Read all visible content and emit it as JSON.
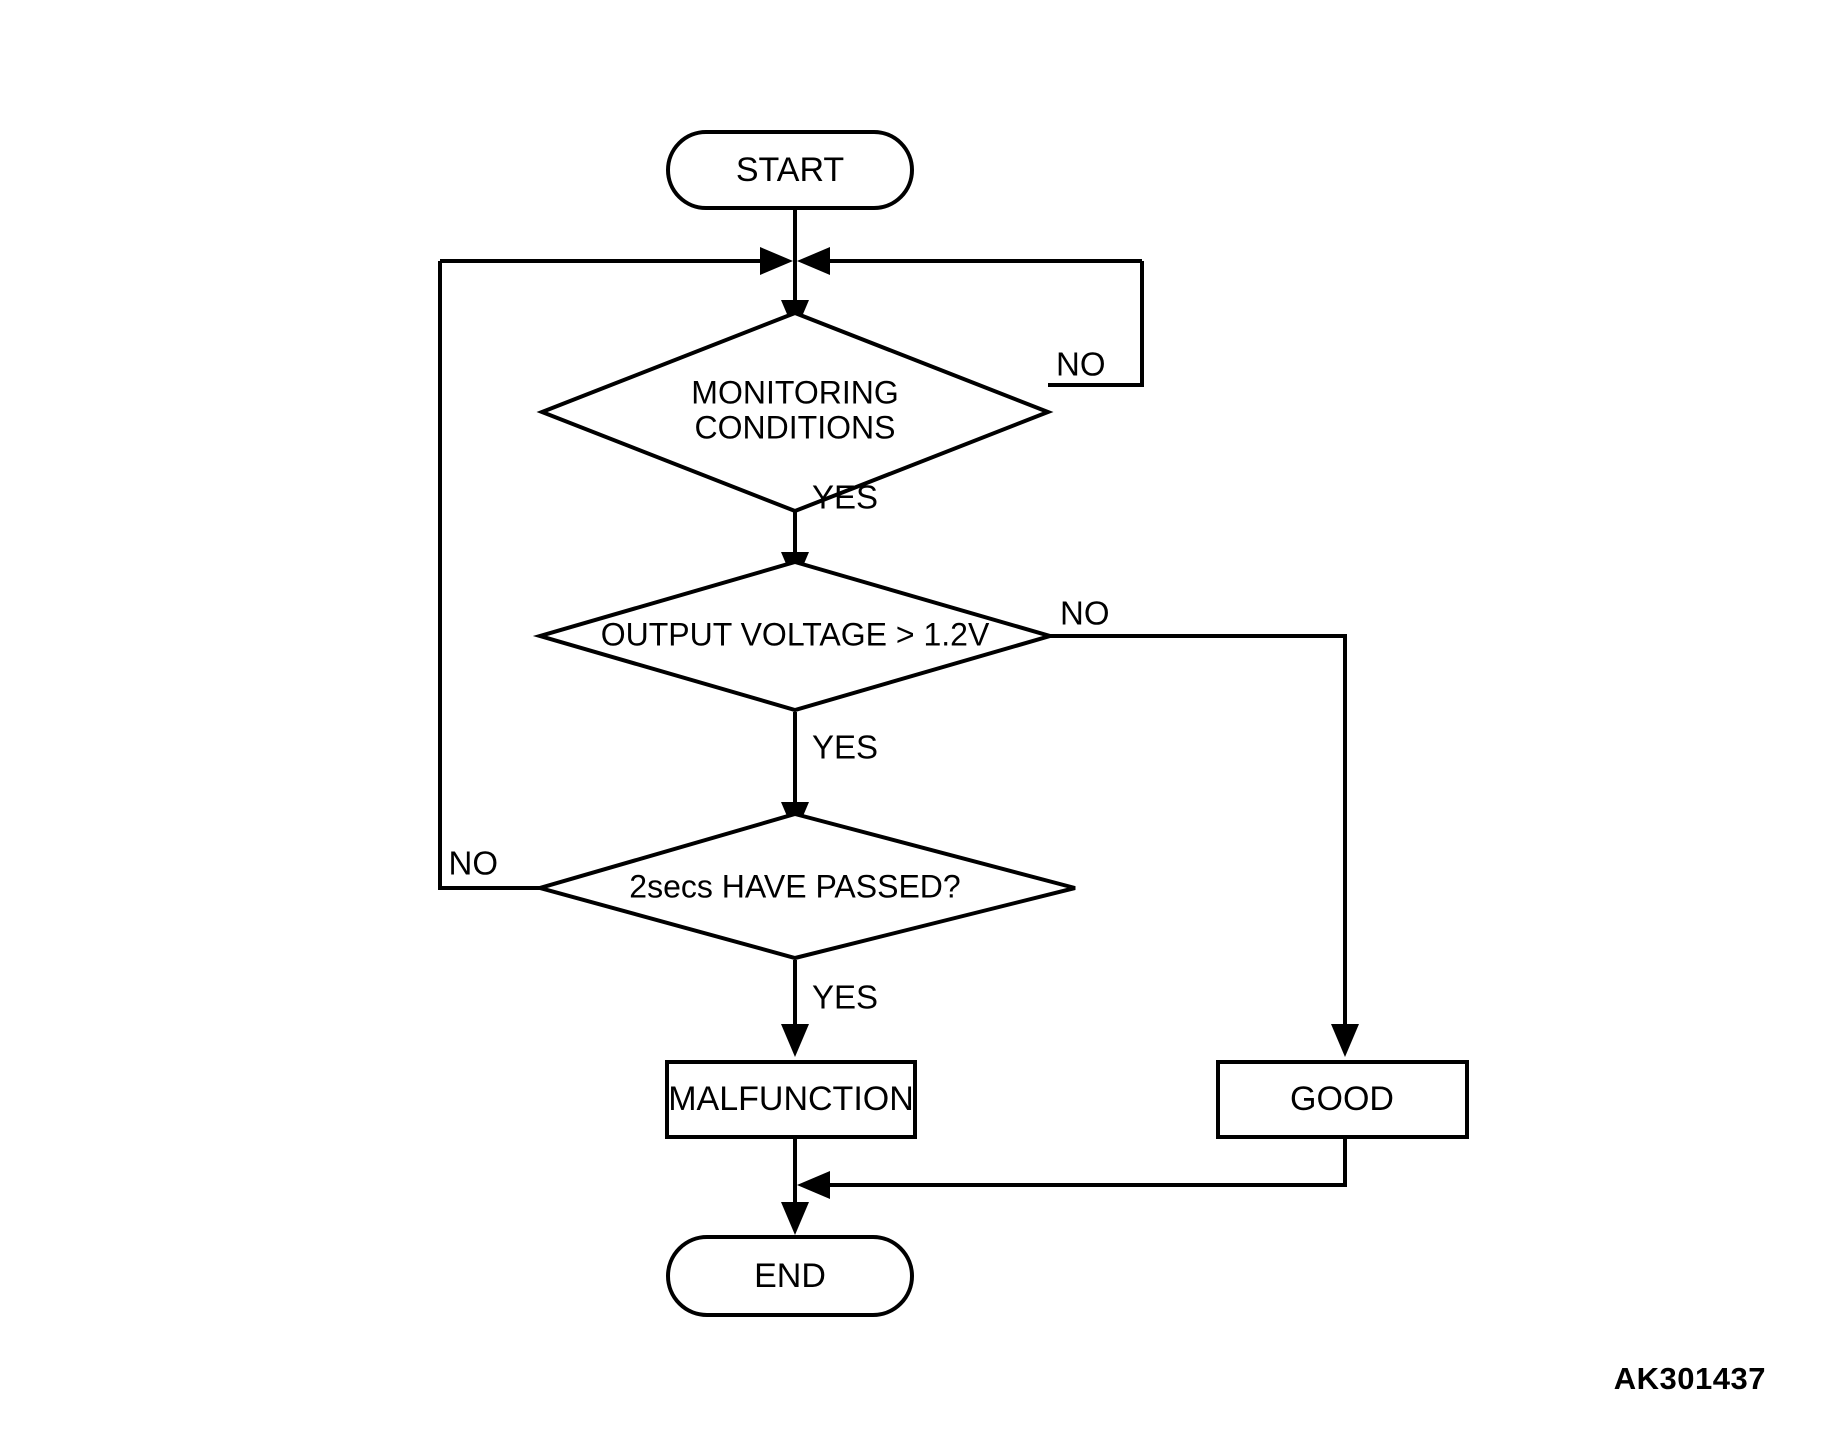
{
  "diagram": {
    "type": "flowchart",
    "title": "",
    "plate_code": "AK301437",
    "nodes": [
      {
        "id": "start",
        "shape": "terminator",
        "label": "START"
      },
      {
        "id": "monitoring",
        "shape": "decision",
        "label_line1": "MONITORING",
        "label_line2": "CONDITIONS"
      },
      {
        "id": "voltage",
        "shape": "decision",
        "label": "OUTPUT VOLTAGE > 1.2V"
      },
      {
        "id": "timer",
        "shape": "decision",
        "label": "2secs HAVE PASSED?"
      },
      {
        "id": "malfunction",
        "shape": "process",
        "label": "MALFUNCTION"
      },
      {
        "id": "good",
        "shape": "process",
        "label": "GOOD"
      },
      {
        "id": "end",
        "shape": "terminator",
        "label": "END"
      }
    ],
    "edges": [
      {
        "from": "start",
        "to": "monitoring",
        "label": ""
      },
      {
        "from": "monitoring",
        "to": "monitoring",
        "label": "NO"
      },
      {
        "from": "monitoring",
        "to": "voltage",
        "label": "YES"
      },
      {
        "from": "voltage",
        "to": "good",
        "label": "NO"
      },
      {
        "from": "voltage",
        "to": "timer",
        "label": "YES"
      },
      {
        "from": "timer",
        "to": "monitoring",
        "label": "NO"
      },
      {
        "from": "timer",
        "to": "malfunction",
        "label": "YES"
      },
      {
        "from": "malfunction",
        "to": "end",
        "label": ""
      },
      {
        "from": "good",
        "to": "end",
        "label": ""
      }
    ],
    "edge_labels": {
      "monitoring_no": "NO",
      "monitoring_yes": "YES",
      "voltage_no": "NO",
      "voltage_yes": "YES",
      "timer_no": "NO",
      "timer_yes": "YES"
    },
    "colors": {
      "stroke": "#000000",
      "fill": "#ffffff",
      "background": "#ffffff"
    }
  }
}
